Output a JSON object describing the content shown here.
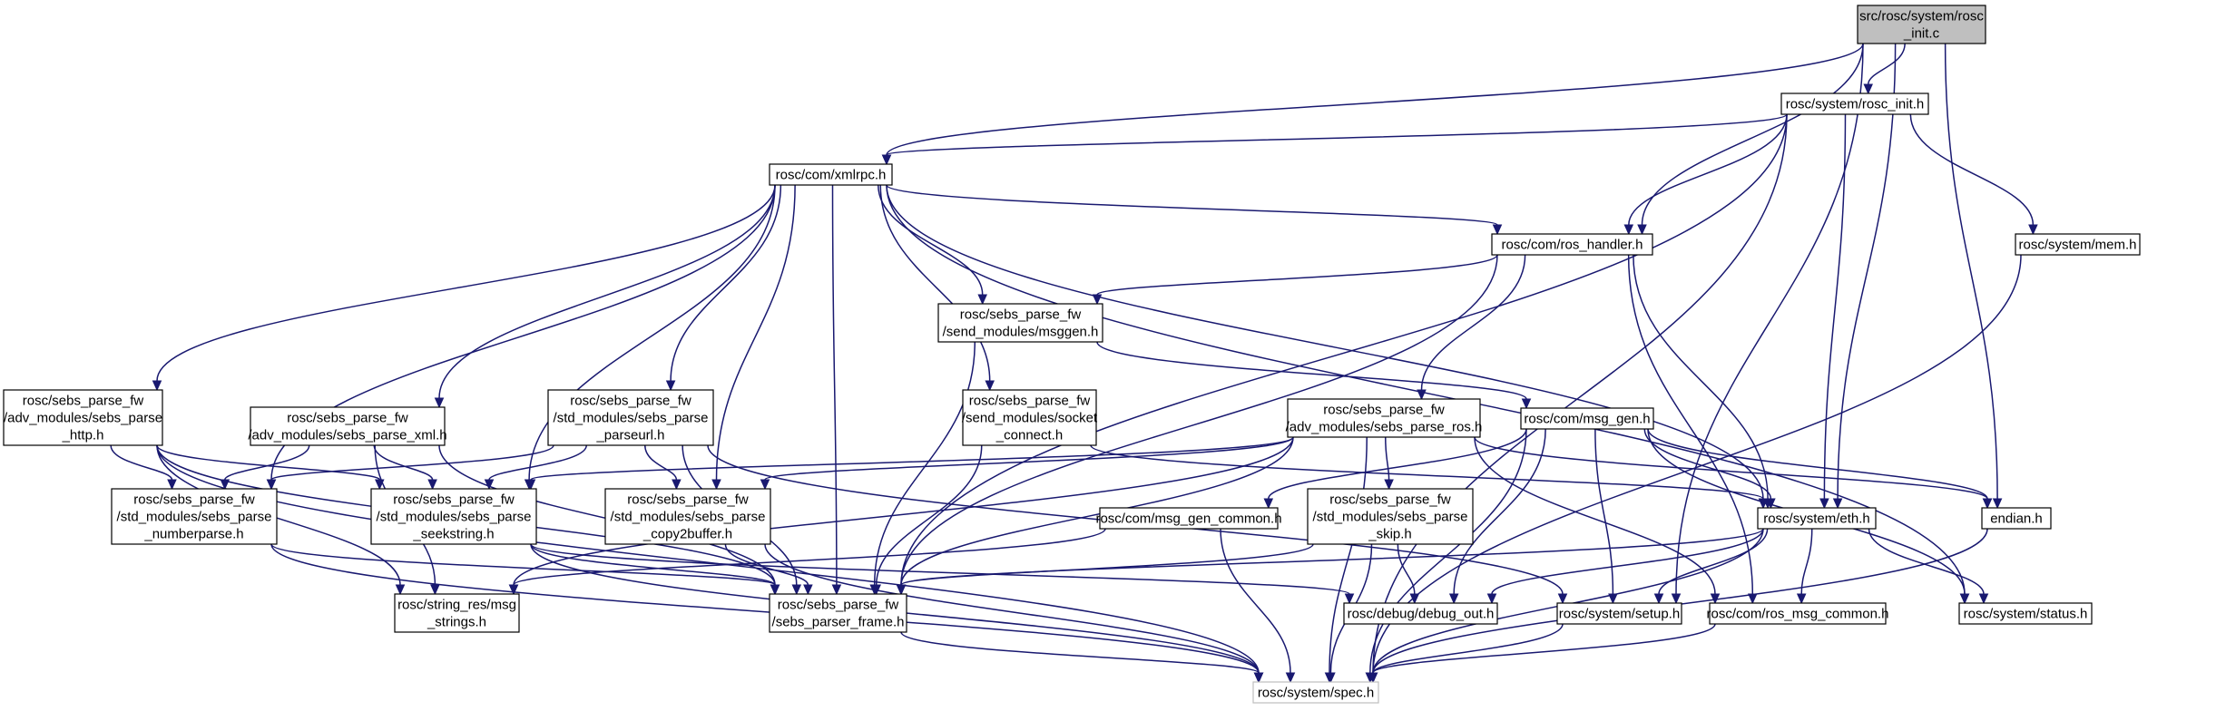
{
  "nodes": [
    {
      "id": "root",
      "lines": [
        "src/rosc/system/rosc",
        "_init.c"
      ]
    },
    {
      "id": "rosc_init",
      "lines": [
        "rosc/system/rosc_init.h"
      ]
    },
    {
      "id": "xmlrpc",
      "lines": [
        "rosc/com/xmlrpc.h"
      ]
    },
    {
      "id": "ros_handler",
      "lines": [
        "rosc/com/ros_handler.h"
      ]
    },
    {
      "id": "mem",
      "lines": [
        "rosc/system/mem.h"
      ]
    },
    {
      "id": "msggen",
      "lines": [
        "rosc/sebs_parse_fw",
        "/send_modules/msggen.h"
      ]
    },
    {
      "id": "http",
      "lines": [
        "rosc/sebs_parse_fw",
        "/adv_modules/sebs_parse",
        "_http.h"
      ]
    },
    {
      "id": "xml",
      "lines": [
        "rosc/sebs_parse_fw",
        "/adv_modules/sebs_parse_xml.h"
      ]
    },
    {
      "id": "parseurl",
      "lines": [
        "rosc/sebs_parse_fw",
        "/std_modules/sebs_parse",
        "_parseurl.h"
      ]
    },
    {
      "id": "socket",
      "lines": [
        "rosc/sebs_parse_fw",
        "/send_modules/socket",
        "_connect.h"
      ]
    },
    {
      "id": "parse_ros",
      "lines": [
        "rosc/sebs_parse_fw",
        "/adv_modules/sebs_parse_ros.h"
      ]
    },
    {
      "id": "msg_gen",
      "lines": [
        "rosc/com/msg_gen.h"
      ]
    },
    {
      "id": "numberparse",
      "lines": [
        "rosc/sebs_parse_fw",
        "/std_modules/sebs_parse",
        "_numberparse.h"
      ]
    },
    {
      "id": "seekstring",
      "lines": [
        "rosc/sebs_parse_fw",
        "/std_modules/sebs_parse",
        "_seekstring.h"
      ]
    },
    {
      "id": "copy2buffer",
      "lines": [
        "rosc/sebs_parse_fw",
        "/std_modules/sebs_parse",
        "_copy2buffer.h"
      ]
    },
    {
      "id": "msg_gen_common",
      "lines": [
        "rosc/com/msg_gen_common.h"
      ]
    },
    {
      "id": "skip",
      "lines": [
        "rosc/sebs_parse_fw",
        "/std_modules/sebs_parse",
        "_skip.h"
      ]
    },
    {
      "id": "eth",
      "lines": [
        "rosc/system/eth.h"
      ]
    },
    {
      "id": "endian",
      "lines": [
        "endian.h"
      ]
    },
    {
      "id": "msg_strings",
      "lines": [
        "rosc/string_res/msg",
        "_strings.h"
      ]
    },
    {
      "id": "parser_frame",
      "lines": [
        "rosc/sebs_parse_fw",
        "/sebs_parser_frame.h"
      ]
    },
    {
      "id": "debug_out",
      "lines": [
        "rosc/debug/debug_out.h"
      ]
    },
    {
      "id": "setup",
      "lines": [
        "rosc/system/setup.h"
      ]
    },
    {
      "id": "ros_msg_common",
      "lines": [
        "rosc/com/ros_msg_common.h"
      ]
    },
    {
      "id": "status",
      "lines": [
        "rosc/system/status.h"
      ]
    },
    {
      "id": "spec",
      "lines": [
        "rosc/system/spec.h"
      ]
    }
  ],
  "edges": [
    [
      "root",
      "rosc_init"
    ],
    [
      "root",
      "xmlrpc"
    ],
    [
      "root",
      "ros_handler"
    ],
    [
      "root",
      "eth"
    ],
    [
      "root",
      "endian"
    ],
    [
      "root",
      "setup"
    ],
    [
      "rosc_init",
      "xmlrpc"
    ],
    [
      "rosc_init",
      "ros_handler"
    ],
    [
      "rosc_init",
      "mem"
    ],
    [
      "rosc_init",
      "eth"
    ],
    [
      "rosc_init",
      "parser_frame"
    ],
    [
      "rosc_init",
      "spec"
    ],
    [
      "xmlrpc",
      "ros_handler"
    ],
    [
      "xmlrpc",
      "msggen"
    ],
    [
      "xmlrpc",
      "http"
    ],
    [
      "xmlrpc",
      "xml"
    ],
    [
      "xmlrpc",
      "parseurl"
    ],
    [
      "xmlrpc",
      "socket"
    ],
    [
      "xmlrpc",
      "numberparse"
    ],
    [
      "xmlrpc",
      "seekstring"
    ],
    [
      "xmlrpc",
      "copy2buffer"
    ],
    [
      "xmlrpc",
      "parser_frame"
    ],
    [
      "xmlrpc",
      "eth"
    ],
    [
      "xmlrpc",
      "status"
    ],
    [
      "ros_handler",
      "msggen"
    ],
    [
      "ros_handler",
      "parse_ros"
    ],
    [
      "ros_handler",
      "eth"
    ],
    [
      "ros_handler",
      "parser_frame"
    ],
    [
      "ros_handler",
      "ros_msg_common"
    ],
    [
      "mem",
      "spec"
    ],
    [
      "msggen",
      "msg_gen"
    ],
    [
      "msggen",
      "parser_frame"
    ],
    [
      "http",
      "numberparse"
    ],
    [
      "http",
      "seekstring"
    ],
    [
      "http",
      "msg_strings"
    ],
    [
      "http",
      "parser_frame"
    ],
    [
      "http",
      "spec"
    ],
    [
      "xml",
      "numberparse"
    ],
    [
      "xml",
      "seekstring"
    ],
    [
      "xml",
      "msg_strings"
    ],
    [
      "xml",
      "parser_frame"
    ],
    [
      "parseurl",
      "numberparse"
    ],
    [
      "parseurl",
      "seekstring"
    ],
    [
      "parseurl",
      "copy2buffer"
    ],
    [
      "parseurl",
      "parser_frame"
    ],
    [
      "parseurl",
      "setup"
    ],
    [
      "socket",
      "eth"
    ],
    [
      "socket",
      "parser_frame"
    ],
    [
      "parse_ros",
      "seekstring"
    ],
    [
      "parse_ros",
      "copy2buffer"
    ],
    [
      "parse_ros",
      "skip"
    ],
    [
      "parse_ros",
      "parser_frame"
    ],
    [
      "parse_ros",
      "msg_strings"
    ],
    [
      "parse_ros",
      "endian"
    ],
    [
      "parse_ros",
      "spec"
    ],
    [
      "parse_ros",
      "ros_msg_common"
    ],
    [
      "msg_gen",
      "msg_gen_common"
    ],
    [
      "msg_gen",
      "eth"
    ],
    [
      "msg_gen",
      "endian"
    ],
    [
      "msg_gen",
      "debug_out"
    ],
    [
      "msg_gen",
      "setup"
    ],
    [
      "msg_gen",
      "status"
    ],
    [
      "msg_gen",
      "spec"
    ],
    [
      "numberparse",
      "parser_frame"
    ],
    [
      "numberparse",
      "spec"
    ],
    [
      "seekstring",
      "parser_frame"
    ],
    [
      "seekstring",
      "debug_out"
    ],
    [
      "seekstring",
      "spec"
    ],
    [
      "copy2buffer",
      "parser_frame"
    ],
    [
      "copy2buffer",
      "spec"
    ],
    [
      "msg_gen_common",
      "msg_strings"
    ],
    [
      "msg_gen_common",
      "spec"
    ],
    [
      "skip",
      "parser_frame"
    ],
    [
      "skip",
      "debug_out"
    ],
    [
      "skip",
      "spec"
    ],
    [
      "eth",
      "parser_frame"
    ],
    [
      "eth",
      "debug_out"
    ],
    [
      "eth",
      "setup"
    ],
    [
      "eth",
      "ros_msg_common"
    ],
    [
      "eth",
      "status"
    ],
    [
      "eth",
      "spec"
    ],
    [
      "endian",
      "spec"
    ],
    [
      "parser_frame",
      "spec"
    ],
    [
      "setup",
      "spec"
    ],
    [
      "ros_msg_common",
      "spec"
    ]
  ]
}
